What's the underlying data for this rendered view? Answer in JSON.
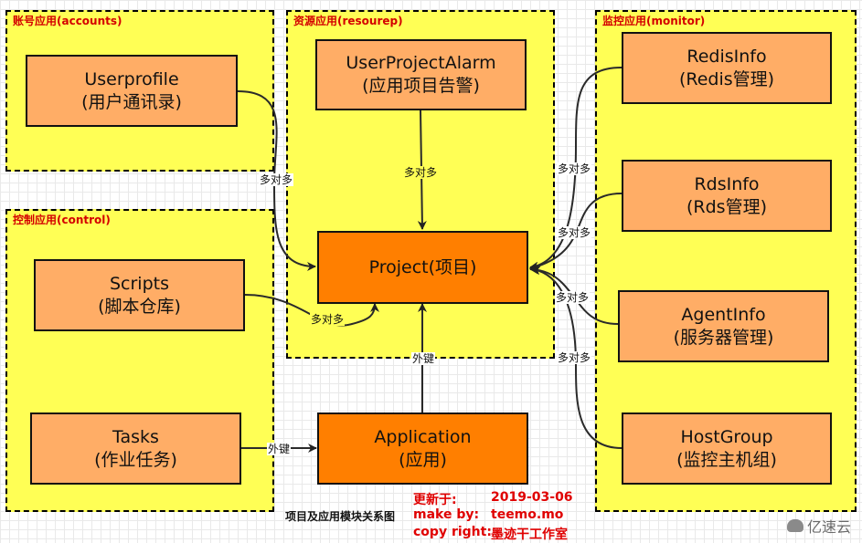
{
  "groups": {
    "accounts": "账号应用(accounts)",
    "resourcep": "资源应用(resourep)",
    "monitor": "监控应用(monitor)",
    "control": "控制应用(control)"
  },
  "nodes": {
    "userprofile": {
      "name": "Userprofile",
      "sub": "(用户通讯录)"
    },
    "userprojectalarm": {
      "name": "UserProjectAlarm",
      "sub": "(应用项目告警)"
    },
    "project": {
      "name": "Project(项目)"
    },
    "scripts": {
      "name": "Scripts",
      "sub": "(脚本仓库)"
    },
    "tasks": {
      "name": "Tasks",
      "sub": "(作业任务)"
    },
    "application": {
      "name": "Application",
      "sub": "(应用)"
    },
    "redisinfo": {
      "name": "RedisInfo",
      "sub": "(Redis管理)"
    },
    "rdsinfo": {
      "name": "RdsInfo",
      "sub": "(Rds管理)"
    },
    "agentinfo": {
      "name": "AgentInfo",
      "sub": "(服务器管理)"
    },
    "hostgroup": {
      "name": "HostGroup",
      "sub": "(监控主机组)"
    }
  },
  "edge_labels": {
    "userprofile_project": "多对多",
    "alarm_project": "多对多",
    "scripts_project": "多对多",
    "application_project": "外键",
    "tasks_application": "外键",
    "redis_project": "多对多",
    "rds_project": "多对多",
    "agent_project": "多对多",
    "hostgroup_project": "多对多"
  },
  "caption": "项目及应用模块关系图",
  "meta": {
    "updated_label": "更新于:",
    "updated_value": "2019-03-06",
    "author_label": "make by:",
    "author_value": "teemo.mo",
    "copyright_label": "copy right:",
    "copyright_value": "墨迹干工作室"
  },
  "watermark": "亿速云",
  "colors": {
    "group_fill": "#ffff55",
    "group_title": "#d40000",
    "node_light": "#ffad66",
    "node_dark": "#ff7f00",
    "meta_text": "#e00000"
  }
}
